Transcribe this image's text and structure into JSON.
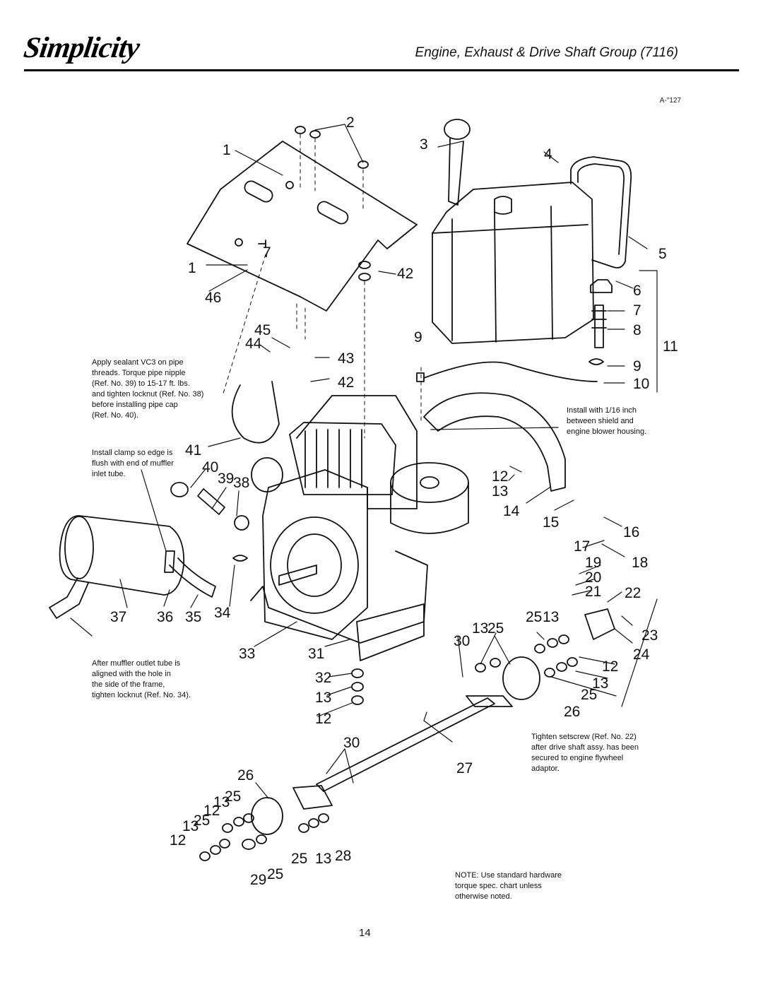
{
  "header": {
    "brand": "Simplicity",
    "title": "Engine, Exhaust & Drive Shaft Group (7116)",
    "drawing_ref": "A-\"127"
  },
  "notes": {
    "sealant": "Apply sealant VC3 on pipe\nthreads. Torque pipe nipple\n(Ref. No. 39) to 15-17 ft. lbs.\nand tighten locknut (Ref. No. 38)\nbefore installing pipe cap\n(Ref. No. 40).",
    "clamp": "Install clamp so edge is\nflush with end of muffler\ninlet tube.",
    "shield": "Install with 1/16 inch\nbetween shield and\nengine blower housing.",
    "muffler": "After muffler outlet tube is\naligned with the hole in\nthe side of the frame,\ntighten locknut (Ref. No. 34).",
    "setscrew": "Tighten setscrew (Ref. No. 22)\nafter drive shaft assy. has been\nsecured to engine flywheel\nadaptor.",
    "hardware": "NOTE: Use standard hardware\ntorque spec. chart unless\notherwise noted."
  },
  "callouts": [
    "1",
    "2",
    "3",
    "4",
    "5",
    "6",
    "7",
    "8",
    "9",
    "10",
    "11",
    "12",
    "13",
    "14",
    "15",
    "16",
    "17",
    "18",
    "19",
    "20",
    "21",
    "22",
    "23",
    "24",
    "25",
    "26",
    "27",
    "28",
    "29",
    "30",
    "31",
    "32",
    "33",
    "34",
    "35",
    "36",
    "37",
    "38",
    "39",
    "40",
    "41",
    "42",
    "43",
    "44",
    "45",
    "46"
  ],
  "page_number": "14"
}
